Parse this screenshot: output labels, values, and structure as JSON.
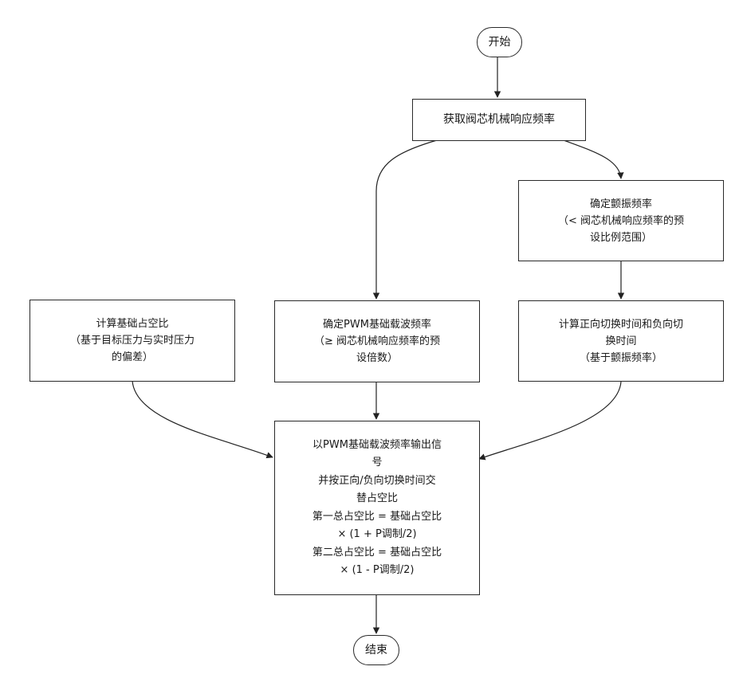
{
  "start": "开始",
  "get_freq": "获取阀芯机械响应频率",
  "dither": {
    "line1": "确定颤振频率",
    "line2": "（< 阀芯机械响应频率的预",
    "line3": "设比例范围）"
  },
  "duty": {
    "line1": "计算基础占空比",
    "line2": "（基于目标压力与实时压力",
    "line3": "的偏差）"
  },
  "pwm": {
    "line1": "确定PWM基础载波频率",
    "line2": "（≥ 阀芯机械响应频率的预",
    "line3": "设倍数）"
  },
  "switch": {
    "line1": "计算正向切换时间和负向切",
    "line2": "换时间",
    "line3": "（基于颤振频率）"
  },
  "output": {
    "line1": "以PWM基础载波频率输出信",
    "line2": "号",
    "line3": "并按正向/负向切换时间交",
    "line4": "替占空比",
    "line5": "第一总占空比 = 基础占空比",
    "line6": "× (1 + P调制/2)",
    "line7": "第二总占空比 = 基础占空比",
    "line8": "× (1 - P调制/2)"
  },
  "end": "结束"
}
